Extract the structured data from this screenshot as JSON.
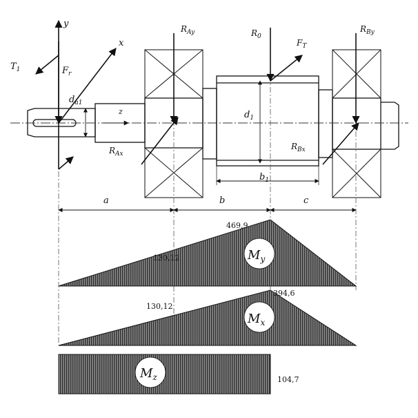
{
  "labels": {
    "y_axis": "y",
    "x_axis": "x",
    "z_axis": "z",
    "T": "T",
    "T_sub": "1",
    "Fr": "F",
    "Fr_sub": "r",
    "da": "d",
    "da_sub": "a1",
    "RAy": "R",
    "RAy_sub": "Ay",
    "RAx": "R",
    "RAx_sub": "Ax",
    "R0": "R",
    "R0_sub": "0",
    "FT": "F",
    "FT_sub": "T",
    "RBy": "R",
    "RBy_sub": "By",
    "RBx": "R",
    "RBx_sub": "Bx",
    "d1": "d",
    "d1_sub": "1",
    "b1": "b",
    "b1_sub": "1",
    "dim_a": "a",
    "dim_b": "b",
    "dim_c": "c"
  },
  "diagrams": {
    "my": {
      "name": "M",
      "sub": "y",
      "v1": "130,12",
      "v2": "469,9"
    },
    "mx": {
      "name": "M",
      "sub": "x",
      "v1": "130,12",
      "v2": "394,6"
    },
    "mz": {
      "name": "M",
      "sub": "z",
      "v1": "104,7"
    }
  },
  "colors": {
    "ink": "#111111",
    "hatch": "#3a3a3a",
    "fill": "#9a9a9a"
  }
}
